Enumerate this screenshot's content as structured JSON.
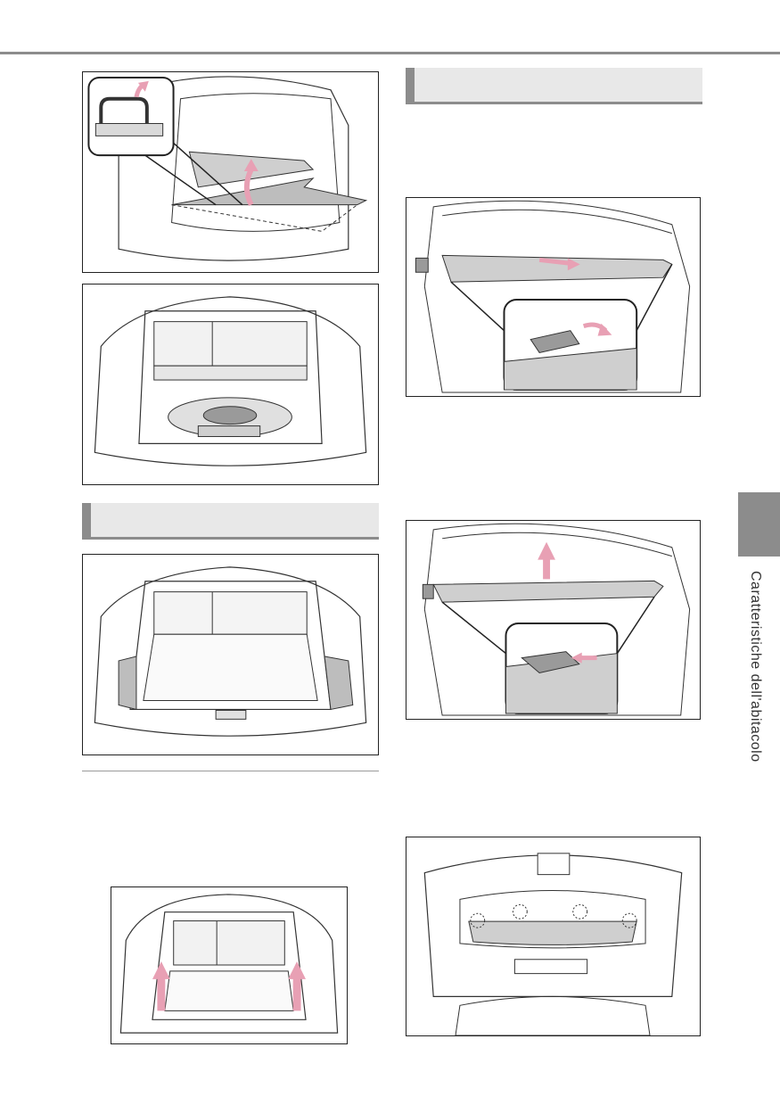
{
  "side_tab": {
    "label": "Caratteristiche dell'abitacolo"
  },
  "sections": [
    {
      "id": "left",
      "title": ""
    },
    {
      "id": "right",
      "title": ""
    }
  ],
  "figures": [
    {
      "id": "fig-1",
      "subject": "rear tonneau cover lifted with handle detail"
    },
    {
      "id": "fig-2",
      "subject": "cargo area with floor panel raised"
    },
    {
      "id": "fig-3",
      "subject": "cargo area with luggage cover"
    },
    {
      "id": "fig-4",
      "subject": "cargo area with side panels lifted"
    },
    {
      "id": "fig-5",
      "subject": "tonneau cover retracting, hook detail"
    },
    {
      "id": "fig-6",
      "subject": "tonneau cover removal, release detail"
    },
    {
      "id": "fig-7",
      "subject": "back door interior with cover mounting points"
    }
  ],
  "colors": {
    "accent_gray": "#8c8c8c",
    "header_fill": "#e8e8e8",
    "highlight": "#e8a0b4",
    "panel_fill": "#cfcfcf"
  }
}
